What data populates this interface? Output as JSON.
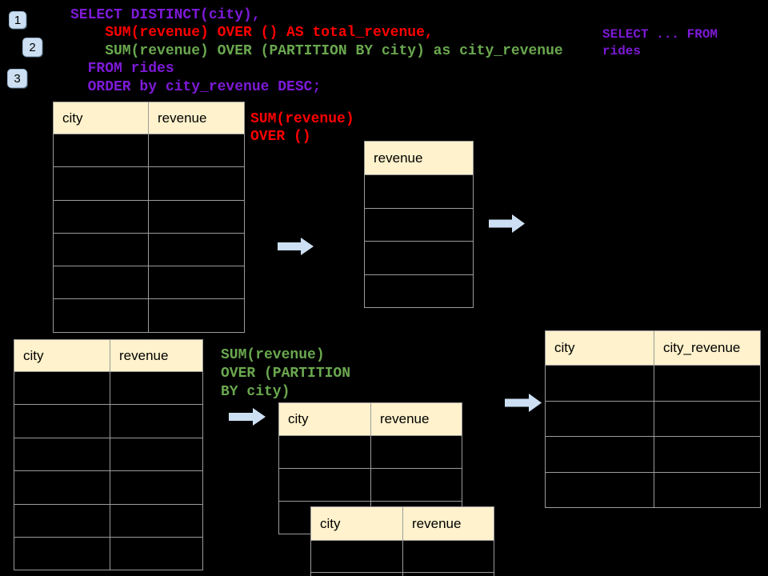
{
  "colors": {
    "background": "#000000",
    "sql_purple": "#7E1AD8",
    "sql_red": "#FF0000",
    "sql_green": "#6AA84F",
    "table_header_fill": "#FFF2CC",
    "table_border": "#9B9B9B",
    "accent_blue": "#CDE0F3"
  },
  "step_badges": [
    {
      "label": "1"
    },
    {
      "label": "2"
    },
    {
      "label": "3"
    }
  ],
  "sql_query": {
    "lines": [
      {
        "text": "SELECT DISTINCT(city),",
        "color": "sql_purple"
      },
      {
        "text": "    SUM(revenue) OVER () AS total_revenue,",
        "color": "sql_red"
      },
      {
        "text": "    SUM(revenue) OVER (PARTITION BY city) as city_revenue",
        "color": "sql_green"
      },
      {
        "text": "  FROM rides",
        "color": "sql_purple"
      },
      {
        "text": "  ORDER by city_revenue DESC;",
        "color": "sql_purple"
      }
    ]
  },
  "sql_side_note": {
    "lines": [
      {
        "text": "SELECT ... FROM",
        "color": "sql_purple"
      },
      {
        "text": "rides",
        "color": "sql_purple"
      }
    ]
  },
  "annotation_total": {
    "lines": [
      {
        "text": "SUM(revenue)",
        "color": "sql_red"
      },
      {
        "text": "OVER ()",
        "color": "sql_red"
      }
    ]
  },
  "annotation_partition": {
    "lines": [
      {
        "text": "SUM(revenue)",
        "color": "sql_green"
      },
      {
        "text": "OVER (PARTITION",
        "color": "sql_green"
      },
      {
        "text": "BY city)",
        "color": "sql_green"
      }
    ]
  },
  "tables": {
    "rides_source_top": {
      "columns": [
        "city",
        "revenue"
      ],
      "empty_rows": 6
    },
    "total_revenue_result": {
      "columns": [
        "revenue"
      ],
      "empty_rows": 4
    },
    "rides_source_bottom": {
      "columns": [
        "city",
        "revenue"
      ],
      "empty_rows": 6
    },
    "partition_group_a": {
      "columns": [
        "city",
        "revenue"
      ],
      "empty_rows": 3
    },
    "partition_group_b": {
      "columns": [
        "city",
        "revenue"
      ],
      "empty_rows": 2
    },
    "city_revenue_result": {
      "columns": [
        "city",
        "city_revenue"
      ],
      "empty_rows": 4
    }
  },
  "icons": {
    "flow_arrow": "arrow-right-icon"
  }
}
